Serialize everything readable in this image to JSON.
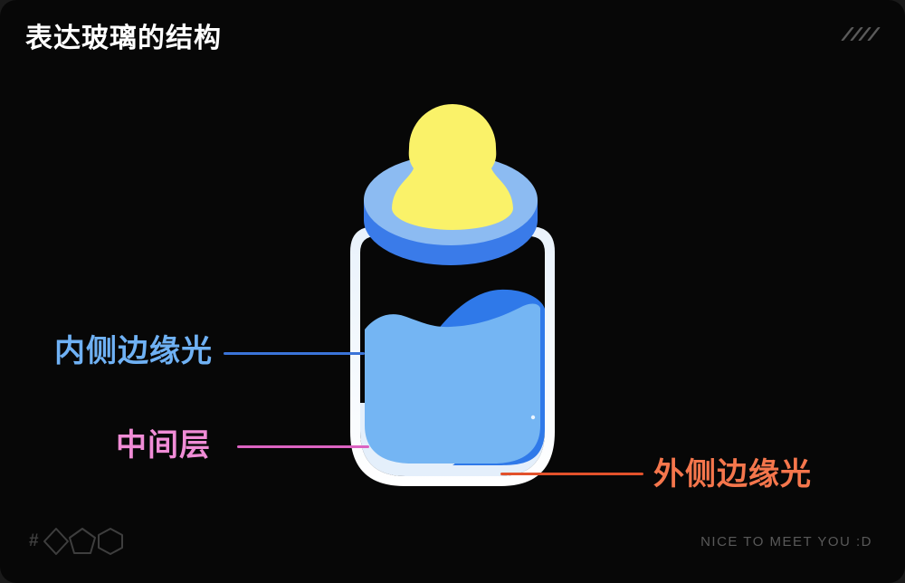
{
  "slide": {
    "title": "表达玻璃的结构",
    "decor_slashes_color": "#5a5a5a",
    "footer_hash": "#",
    "footer_credit": "NICE TO MEET YOU :D",
    "footer_icon_color": "#3e3e3e",
    "background": "#070707"
  },
  "labels": {
    "inner": {
      "text": "内侧边缘光",
      "color": "#6FB1F4",
      "line_color": "#3B74D8"
    },
    "middle": {
      "text": "中间层",
      "color": "#F08CD6",
      "line_color": "#DB63C1"
    },
    "outer": {
      "text": "外侧边缘光",
      "color": "#F5764C",
      "line_color": "#E2512B"
    }
  },
  "illustration": {
    "subject": "glass baby bottle with liquid",
    "colors": {
      "nipple": "#FAF269",
      "cap_top": "#8CBBF2",
      "cap_side": "#3A7BE9",
      "glass_ring_top": "#E9F2FB",
      "glass_ring_bottom": "#FFFFFF",
      "glass_inner": "#E4EFFB",
      "liquid_front": "#74B5F3",
      "liquid_back": "#2F79E9",
      "highlight": "#FFFFFF"
    }
  }
}
